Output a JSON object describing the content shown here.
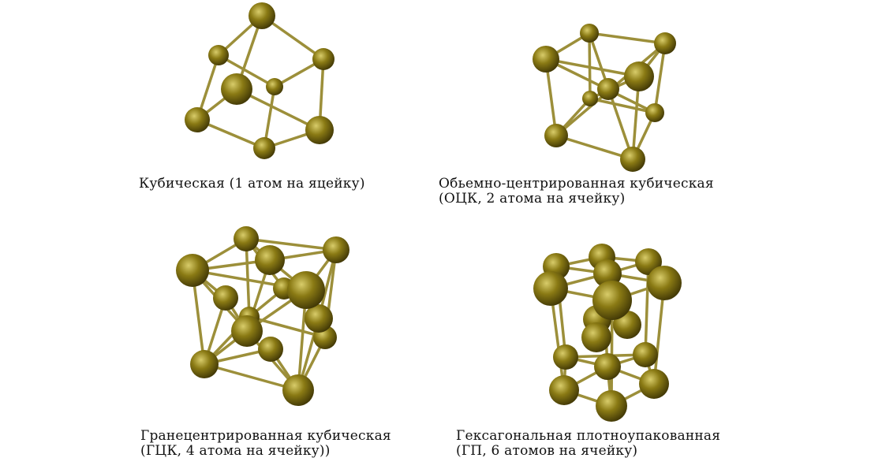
{
  "colors": {
    "atom": "#8a7a14",
    "atom_highlight": "#d8cc6a",
    "atom_shadow": "#3d3405",
    "bond": "#9c8f3a"
  },
  "structures": [
    {
      "id": "sc",
      "label_lines": [
        "Кубическая (1 атом на яцейку)"
      ]
    },
    {
      "id": "bcc",
      "label_lines": [
        "Обьемно-центрированная кубическая",
        "(ОЦК, 2 атома на ячейку)"
      ]
    },
    {
      "id": "fcc",
      "label_lines": [
        "Гранецентрированная кубическая",
        "(ГЦК, 4 атома на ячейку))"
      ]
    },
    {
      "id": "hcp",
      "label_lines": [
        "Гексагональная плотноупакованная",
        "(ГП, 6 атомов на ячейку)"
      ]
    }
  ]
}
